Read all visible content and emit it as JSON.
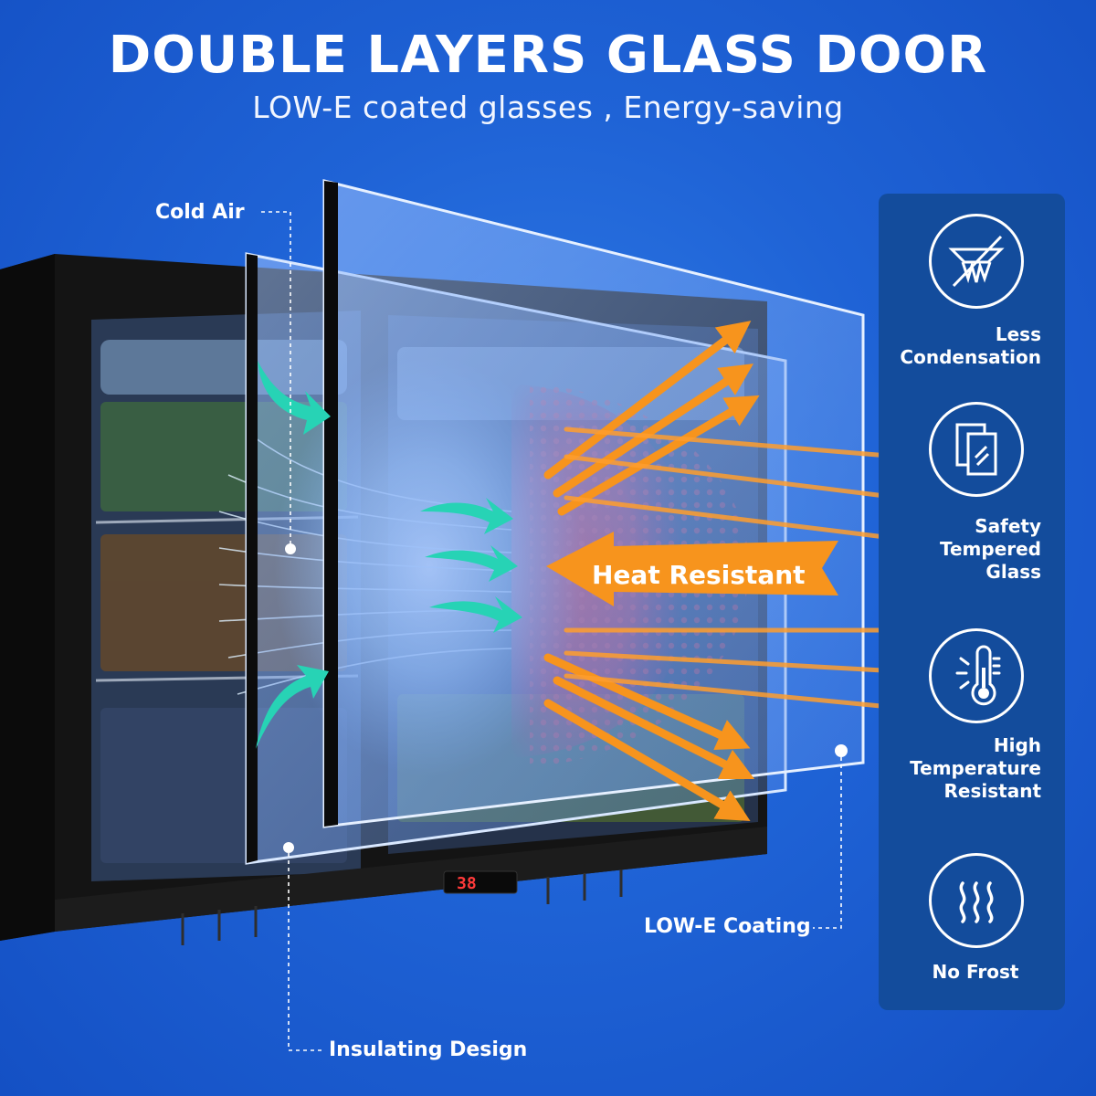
{
  "header": {
    "title": "DOUBLE LAYERS GLASS DOOR",
    "subtitle": "LOW-E coated glasses , Energy-saving"
  },
  "callouts": {
    "cold_air": "Cold Air",
    "heat_resistant": "Heat Resistant",
    "low_e_coating": "LOW-E Coating",
    "insulating_design": "Insulating Design"
  },
  "display": {
    "temperature": "38"
  },
  "features": [
    {
      "icon": "less-condensation-icon",
      "label": "Less\nCondensation"
    },
    {
      "icon": "tempered-glass-icon",
      "label": "Safety\nTempered\nGlass"
    },
    {
      "icon": "thermometer-icon",
      "label": "High\nTemperature\nResistant"
    },
    {
      "icon": "no-frost-icon",
      "label": "No Frost"
    }
  ],
  "colors": {
    "background": "#1f63d6",
    "panel": "#134c9c",
    "cold_arrow": "#27d3b5",
    "heat_arrow": "#f7941d",
    "heat_glow": "#e0202a"
  }
}
